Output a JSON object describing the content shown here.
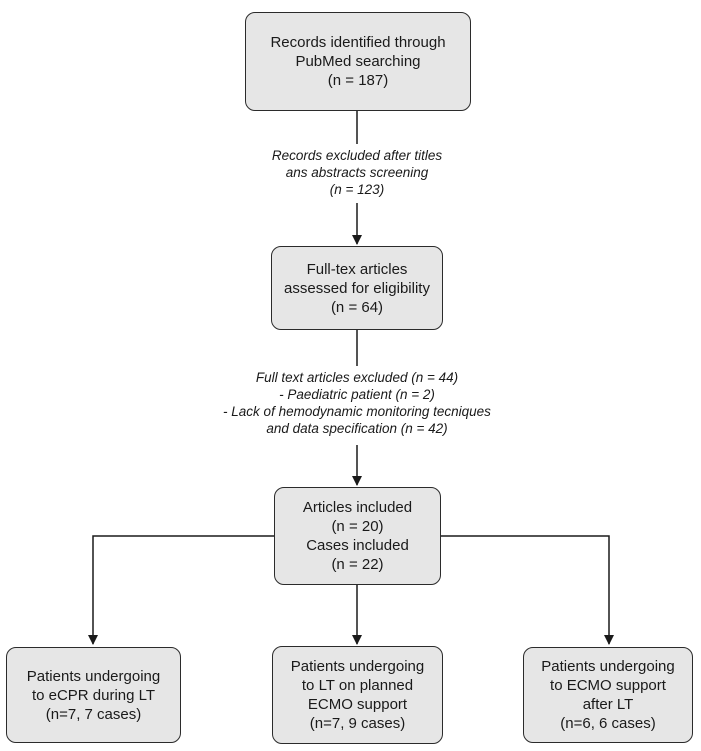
{
  "boxes": {
    "identified": [
      "Records identified through",
      "PubMed searching",
      "(n = 187)"
    ],
    "fulltext": [
      "Full-tex articles",
      "assessed for eligibility",
      "(n = 64)"
    ],
    "included": [
      "Articles included",
      "(n = 20)",
      "Cases included",
      "(n = 22)"
    ],
    "ecpr": [
      "Patients undergoing",
      "to eCPR during LT",
      "(n=7, 7 cases)"
    ],
    "planned": [
      "Patients undergoing",
      "to LT on planned",
      "ECMO support",
      "(n=7, 9 cases)"
    ],
    "after": [
      "Patients undergoing",
      "to ECMO support",
      "after LT",
      "(n=6, 6 cases)"
    ]
  },
  "notes": {
    "excluded_titles": [
      "Records excluded after titles",
      "ans abstracts screening",
      "(n = 123)"
    ],
    "excluded_fulltext": [
      "Full text articles excluded (n = 44)",
      "- Paediatric patient (n = 2)",
      "- Lack of hemodynamic monitoring tecniques",
      "and data specification (n = 42)"
    ]
  }
}
